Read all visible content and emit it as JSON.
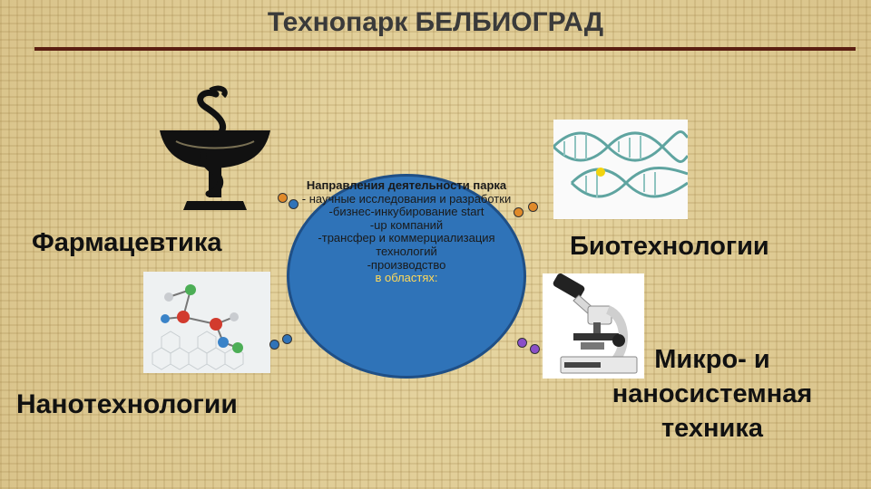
{
  "slide": {
    "title": "Технопарк БЕЛБИОГРАД",
    "categories": {
      "pharma": "Фармацевтика",
      "nano": "Нанотехнологии",
      "bio": "Биотехнологии",
      "micro": "Микро- и наносистемная техника"
    },
    "center": {
      "heading": "Направления деятельности парка",
      "items": [
        "- научные исследования и разработки",
        "-бизнес-инкубирование start",
        "-up компаний",
        "-трансфер и коммерциализация технологий",
        "-производство"
      ],
      "accent": "в областях:"
    },
    "colors": {
      "title_rule": "#5a1e12",
      "circle": "#2f73b8",
      "accent_text": "#ffd95a",
      "dot_orange": "#e08a2a",
      "dot_blue": "#2f73b8",
      "dot_purple": "#8a4fc8"
    },
    "icons": [
      "caduceus-icon",
      "molecule-image",
      "dna-image",
      "microscope-image"
    ]
  }
}
